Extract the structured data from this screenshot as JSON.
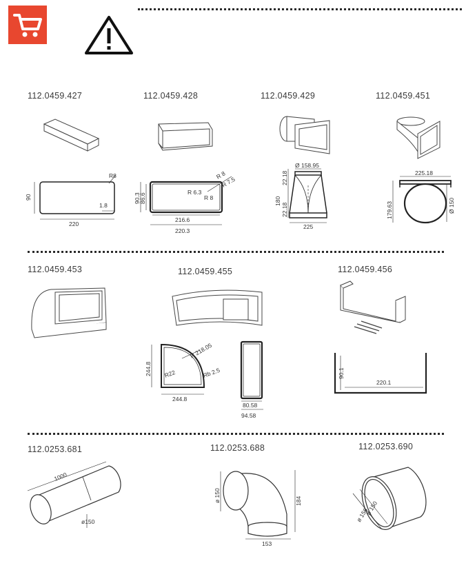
{
  "header": {
    "cart_icon": "shopping-cart-icon",
    "warning_icon": "warning-triangle-icon",
    "accent": "#e8472f"
  },
  "row1": {
    "items": [
      {
        "code": "112.0459.427",
        "dims": [
          "90",
          "220",
          "R8",
          "1.8"
        ]
      },
      {
        "code": "112.0459.428",
        "dims": [
          "90.3",
          "86.6",
          "216.6",
          "220.3",
          "R 6.3",
          "R 8",
          "R 8",
          "R 7.5"
        ]
      },
      {
        "code": "112.0459.429",
        "dims": [
          "Ø 158.95",
          "22.18",
          "180",
          "22.18",
          "225"
        ]
      },
      {
        "code": "112.0459.451",
        "dims": [
          "225.18",
          "179.63",
          "Ø 150"
        ]
      }
    ]
  },
  "row2": {
    "items": [
      {
        "code": "112.0459.453",
        "dims": []
      },
      {
        "code": "112.0459.455",
        "dims": [
          "244.8",
          "244.8",
          "R 218.05",
          "R22",
          "Rb 2.5",
          "80.58",
          "94.58"
        ]
      },
      {
        "code": "112.0459.456",
        "dims": [
          "90.1",
          "220.1"
        ]
      }
    ]
  },
  "row3": {
    "items": [
      {
        "code": "112.0253.681",
        "dims": [
          "1000",
          "ø150"
        ]
      },
      {
        "code": "112.0253.688",
        "dims": [
          "ø 150",
          "184",
          "153"
        ]
      },
      {
        "code": "112.0253.690",
        "dims": [
          "ø 150",
          "ø 156"
        ]
      }
    ]
  }
}
